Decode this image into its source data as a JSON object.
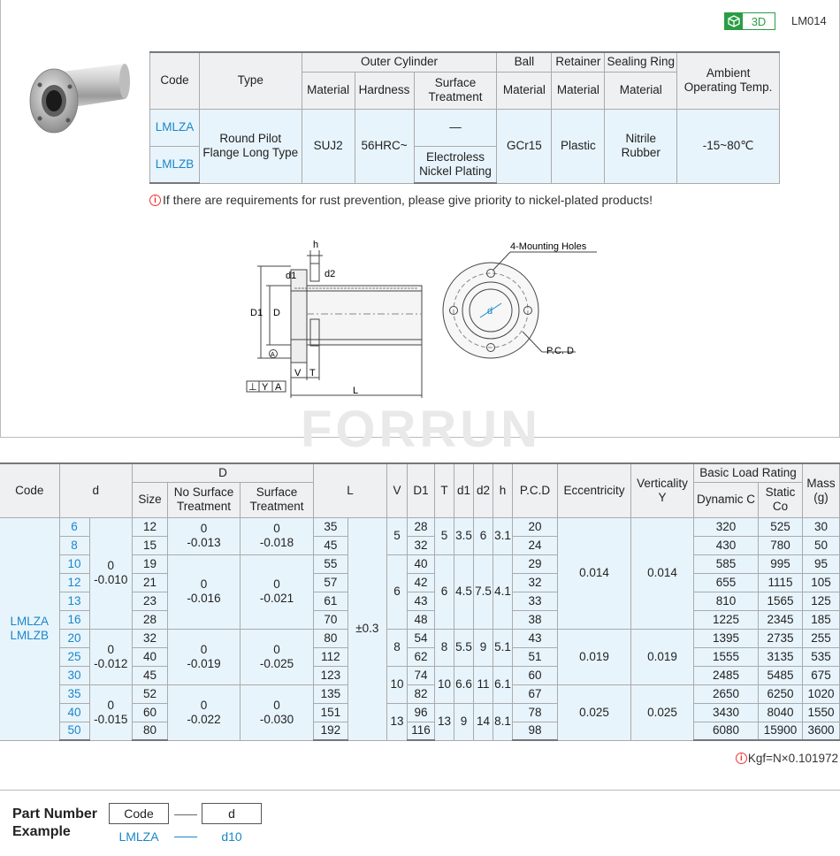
{
  "header": {
    "badge_label": "3D",
    "model_code": "LM014"
  },
  "spec_table": {
    "headers": {
      "code": "Code",
      "type": "Type",
      "outer_cylinder": "Outer Cylinder",
      "ball": "Ball",
      "retainer": "Retainer",
      "sealing_ring": "Sealing Ring",
      "ambient": "Ambient Operating Temp.",
      "material": "Material",
      "hardness": "Hardness",
      "surface_treatment": "Surface Treatment"
    },
    "codes": [
      "LMLZA",
      "LMLZB"
    ],
    "type": "Round Pilot Flange Long Type",
    "outer_material": "SUJ2",
    "hardness": "56HRC~",
    "surface_a": "—",
    "surface_b": "Electroless Nickel Plating",
    "ball_material": "GCr15",
    "retainer_material": "Plastic",
    "seal_material": "Nitrile Rubber",
    "temp": "-15~80℃"
  },
  "notice": "If there are requirements for rust prevention, please give priority to nickel-plated products!",
  "drawing_labels": {
    "h": "h",
    "d1": "d1",
    "d2": "d2",
    "D1": "D1",
    "D": "D",
    "A": "A",
    "V": "V",
    "T": "T",
    "L": "L",
    "gdt_sym": "⊥",
    "gdt_Y": "Y",
    "gdt_A": "A",
    "mount": "4-Mounting Holes",
    "d": "d",
    "pcd": "P.C. D"
  },
  "watermark": "FORRUN",
  "dim_table": {
    "headers": {
      "code": "Code",
      "d": "d",
      "D": "D",
      "size": "Size",
      "no_surface": "No Surface Treatment",
      "surface": "Surface Treatment",
      "L": "L",
      "V": "V",
      "D1": "D1",
      "T": "T",
      "d1": "d1",
      "d2": "d2",
      "h": "h",
      "pcd": "P.C.D",
      "ecc": "Eccentricity",
      "vert": "Verticality Y",
      "blr": "Basic Load Rating",
      "dyn": "Dynamic C",
      "stat": "Static Co",
      "mass": "Mass (g)"
    },
    "code_label": "LMLZA LMLZB",
    "L_tol": "±0.3",
    "groups": [
      {
        "d_tol": "0\n-0.010",
        "D_tol_no": "0\n-0.013",
        "D_tol_s": "0\n-0.018",
        "ecc": "0.014",
        "vert": "0.014"
      },
      {
        "d_tol": "0\n-0.012",
        "D_tol_no": "0\n-0.019",
        "D_tol_s": "0\n-0.025",
        "ecc": "0.019",
        "vert": "0.019"
      },
      {
        "d_tol": "0\n-0.015",
        "D_tol_no": "0\n-0.022",
        "D_tol_s": "0\n-0.030",
        "ecc": "0.025",
        "vert": "0.025"
      }
    ],
    "D_tol_mid": {
      "no": "0\n-0.016",
      "s": "0\n-0.021"
    },
    "vt_groups": [
      {
        "V": "5",
        "T": "5",
        "d1": "3.5",
        "d2": "6",
        "h": "3.1"
      },
      {
        "V": "6",
        "T": "6",
        "d1": "4.5",
        "d2": "7.5",
        "h": "4.1"
      },
      {
        "V": "8",
        "T": "8",
        "d1": "5.5",
        "d2": "9",
        "h": "5.1"
      },
      {
        "V": "10",
        "T": "10",
        "d1": "6.6",
        "d2": "11",
        "h": "6.1"
      },
      {
        "V": "13",
        "T": "13",
        "d1": "9",
        "d2": "14",
        "h": "8.1"
      }
    ],
    "rows": [
      {
        "d": "6",
        "size": "12",
        "L": "35",
        "D1": "28",
        "pcd": "20",
        "dyn": "320",
        "stat": "525",
        "mass": "30"
      },
      {
        "d": "8",
        "size": "15",
        "L": "45",
        "D1": "32",
        "pcd": "24",
        "dyn": "430",
        "stat": "780",
        "mass": "50"
      },
      {
        "d": "10",
        "size": "19",
        "L": "55",
        "D1": "40",
        "pcd": "29",
        "dyn": "585",
        "stat": "995",
        "mass": "95"
      },
      {
        "d": "12",
        "size": "21",
        "L": "57",
        "D1": "42",
        "pcd": "32",
        "dyn": "655",
        "stat": "1115",
        "mass": "105"
      },
      {
        "d": "13",
        "size": "23",
        "L": "61",
        "D1": "43",
        "pcd": "33",
        "dyn": "810",
        "stat": "1565",
        "mass": "125"
      },
      {
        "d": "16",
        "size": "28",
        "L": "70",
        "D1": "48",
        "pcd": "38",
        "dyn": "1225",
        "stat": "2345",
        "mass": "185"
      },
      {
        "d": "20",
        "size": "32",
        "L": "80",
        "D1": "54",
        "pcd": "43",
        "dyn": "1395",
        "stat": "2735",
        "mass": "255"
      },
      {
        "d": "25",
        "size": "40",
        "L": "112",
        "D1": "62",
        "pcd": "51",
        "dyn": "1555",
        "stat": "3135",
        "mass": "535"
      },
      {
        "d": "30",
        "size": "45",
        "L": "123",
        "D1": "74",
        "pcd": "60",
        "dyn": "2485",
        "stat": "5485",
        "mass": "675"
      },
      {
        "d": "35",
        "size": "52",
        "L": "135",
        "D1": "82",
        "pcd": "67",
        "dyn": "2650",
        "stat": "6250",
        "mass": "1020"
      },
      {
        "d": "40",
        "size": "60",
        "L": "151",
        "D1": "96",
        "pcd": "78",
        "dyn": "3430",
        "stat": "8040",
        "mass": "1550"
      },
      {
        "d": "50",
        "size": "80",
        "L": "192",
        "D1": "116",
        "pcd": "98",
        "dyn": "6080",
        "stat": "15900",
        "mass": "3600"
      }
    ]
  },
  "kgf_note": "Kgf=N×0.101972",
  "part_number": {
    "title": "Part Number Example",
    "box_code": "Code",
    "box_d": "d",
    "val_code": "LMLZA",
    "val_d": "d10"
  },
  "colors": {
    "accent_blue": "#1a86c8",
    "badge_green": "#2a9d44",
    "cell_blue": "#e8f4fc",
    "header_gray": "#eef0f2"
  }
}
